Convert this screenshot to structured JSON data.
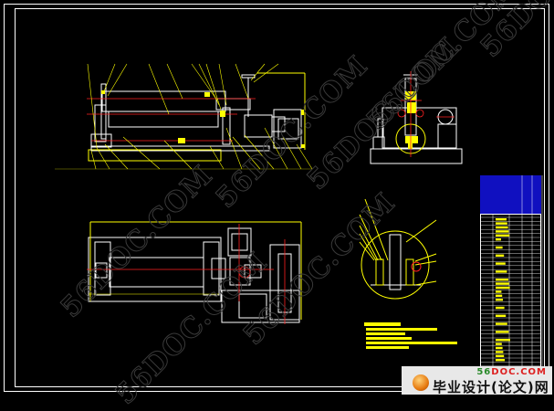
{
  "drawing": {
    "colors": {
      "background": "#000000",
      "line": "#ffffff",
      "dimension": "#ffff00",
      "centerline": "#ff2020",
      "table_header": "#1010c0"
    }
  },
  "watermarks": [
    "56DOC.COM",
    "56DOC.COM",
    "56DOC.COM",
    "56DOC.COM",
    "56DOC.COM",
    "56DOC.COM",
    "56DOC.COM"
  ],
  "logo": {
    "site_prefix": "56",
    "site_rest": "DOC.COM",
    "name": "毕业设计(论文)网"
  }
}
